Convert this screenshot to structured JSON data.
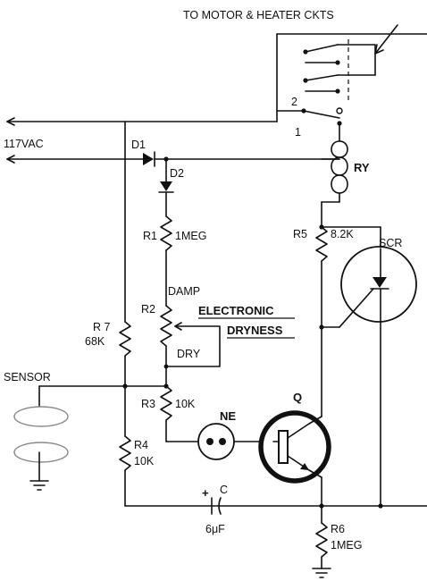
{
  "labels": {
    "to_motor": "TO MOTOR & HEATER CKTS",
    "ac_source": "117VAC",
    "d1": "D1",
    "d2": "D2",
    "r1": "R1",
    "r1_value": "1MEG",
    "r2": "R2",
    "damp": "DAMP",
    "dry": "DRY",
    "electronic": "ELECTRONIC",
    "dryness": "DRYNESS",
    "r7": "R 7",
    "r7_value": "68K",
    "sensor": "SENSOR",
    "r3": "R3",
    "r3_value": "10K",
    "r4": "R4",
    "r4_value": "10K",
    "ne": "NE",
    "q": "Q",
    "ry": "RY",
    "r5": "R5",
    "r5_value": "8.2K",
    "scr": "SCR",
    "c": "C",
    "c_value": "6μF",
    "c_polarity": "+",
    "r6": "R6",
    "r6_value": "1MEG",
    "contact_1": "1",
    "contact_2": "2"
  }
}
